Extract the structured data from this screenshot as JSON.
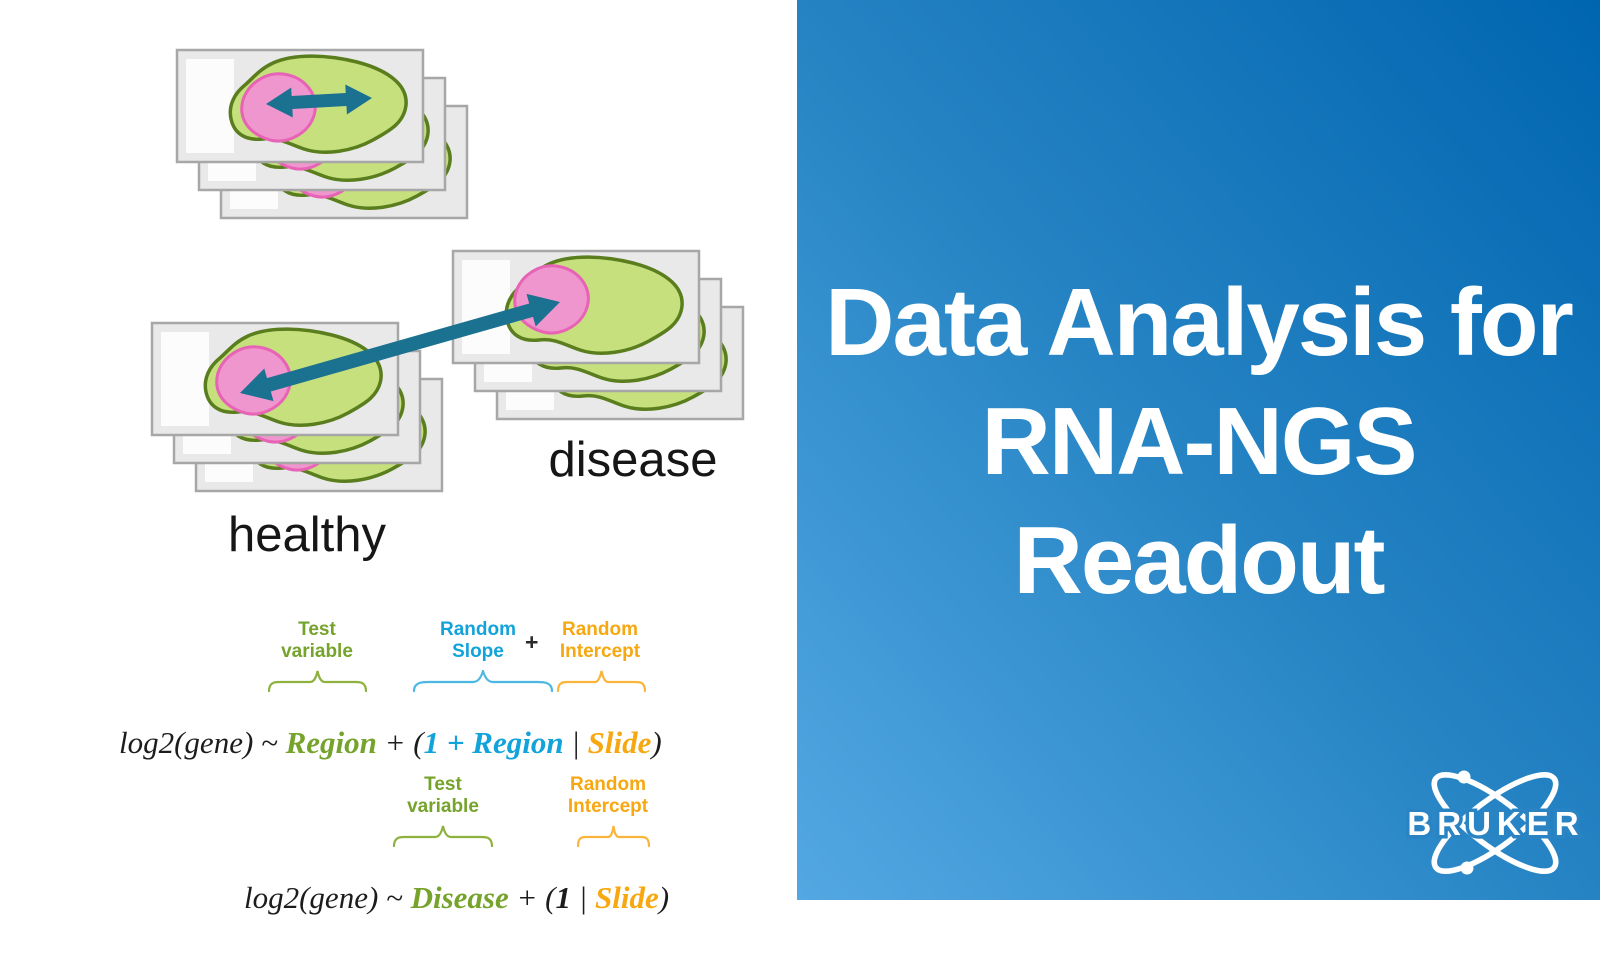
{
  "left_panel": {
    "stack_labels": {
      "healthy": "healthy",
      "disease": "disease"
    },
    "formula_mixed": {
      "annotations": {
        "test_variable": [
          "Test",
          "variable"
        ],
        "random_slope": [
          "Random",
          "Slope"
        ],
        "plus": "+",
        "random_intercept": [
          "Random",
          "Intercept"
        ]
      },
      "equation": {
        "lhs": "log2(gene) ~ ",
        "test": "Region",
        "op1": " + (",
        "slope": "1 + Region",
        "bar": " | ",
        "intercept": "Slide",
        "close": ")"
      }
    },
    "formula_intercept_only": {
      "annotations": {
        "test_variable": [
          "Test",
          "variable"
        ],
        "random_intercept": [
          "Random",
          "Intercept"
        ]
      },
      "equation": {
        "lhs": "log2(gene) ~ ",
        "test": "Disease",
        "op1": " + (",
        "one": "1",
        "bar": " | ",
        "intercept": "Slide",
        "close": ")"
      }
    }
  },
  "right_panel": {
    "title_lines": [
      "Data Analysis for",
      "RNA-NGS",
      "Readout"
    ],
    "logo_text": "BRUKER"
  },
  "colors": {
    "panel_gradient_light": "#53a8e2",
    "panel_gradient_dark": "#0065b0",
    "title_text": "#ffffff",
    "annotation_green": "#76a32c",
    "annotation_cyan": "#12a3da",
    "annotation_orange": "#f7a70f",
    "arrow_teal": "#1b7190",
    "tissue_green_fill": "#c7e07e",
    "tissue_green_stroke": "#5a7d1e",
    "tissue_pink_fill": "#f096ce",
    "tissue_pink_stroke": "#e763b5",
    "slide_fill": "#e9e9e9",
    "slide_border": "#a7a7a7"
  }
}
